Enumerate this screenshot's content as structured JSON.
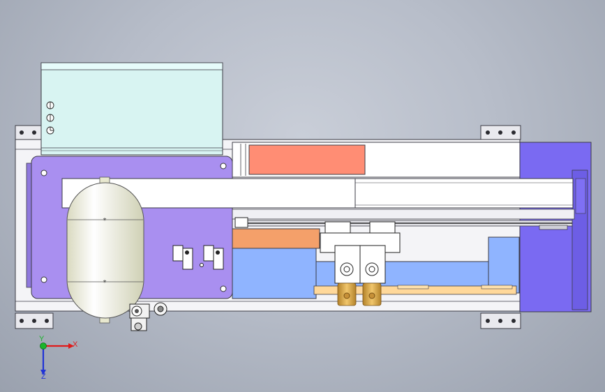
{
  "viewport": {
    "background_top": "#c9ced8",
    "background_bottom": "#9aa1ae"
  },
  "colors": {
    "frame": "#f4f4f7",
    "frame_stroke": "#3b3b44",
    "cabinet": "#d8f4f2",
    "purple_plate": "#a98ff0",
    "blue_block": "#7a6af2",
    "orange_block": "#ff8d74",
    "orange_strip": "#f4a06a",
    "light_blue": "#8fb4ff",
    "tank": "#fbfbe6",
    "brass": "#d5a64f",
    "yellow_rail": "#ffd89a"
  },
  "triad": {
    "x_label": "X",
    "y_label": "Y",
    "z_label": "Z",
    "x_color": "#e01a1a",
    "y_color": "#1bb52a",
    "z_color": "#2033d6"
  }
}
